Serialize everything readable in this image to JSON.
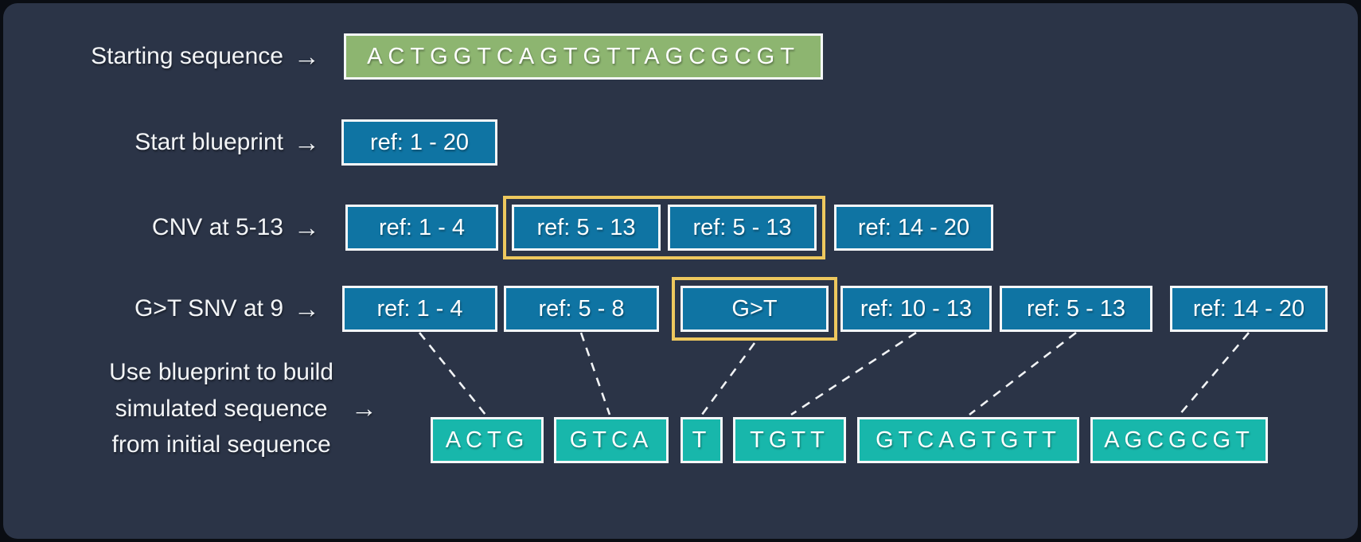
{
  "colors": {
    "panel_background": "#2b3447",
    "outer_background": "#0a0d13",
    "ref_box_fill": "#0f74a3",
    "starting_sequence_fill": "#8db570",
    "simulated_sequence_fill": "#18b7ab",
    "highlight_outline": "#eec85e",
    "text": "#f3f5f7",
    "connector_line": "#f1f3f5"
  },
  "arrow_icon": "→",
  "rows": {
    "starting": {
      "label": "Starting sequence",
      "sequence": "ACTGGTCAGTGTTAGCGCGT"
    },
    "blueprint": {
      "label": "Start blueprint",
      "ref": "ref: 1 - 20"
    },
    "cnv": {
      "label": "CNV at 5-13",
      "boxes": [
        "ref: 1 - 4",
        "ref: 5 - 13",
        "ref: 5 - 13",
        "ref: 14 - 20"
      ],
      "highlighted_indices": [
        1,
        2
      ]
    },
    "snv": {
      "label": "G>T SNV at 9",
      "boxes": [
        "ref: 1 - 4",
        "ref: 5 - 8",
        "G>T",
        "ref: 10 - 13",
        "ref: 5 - 13",
        "ref: 14 - 20"
      ],
      "highlighted_indices": [
        2
      ]
    },
    "build": {
      "label_lines": [
        "Use blueprint to build",
        "simulated sequence",
        "from initial sequence"
      ],
      "segments": [
        "ACTG",
        "GTCA",
        "T",
        "TGTT",
        "GTCAGTGTT",
        "AGCGCGT"
      ]
    }
  }
}
